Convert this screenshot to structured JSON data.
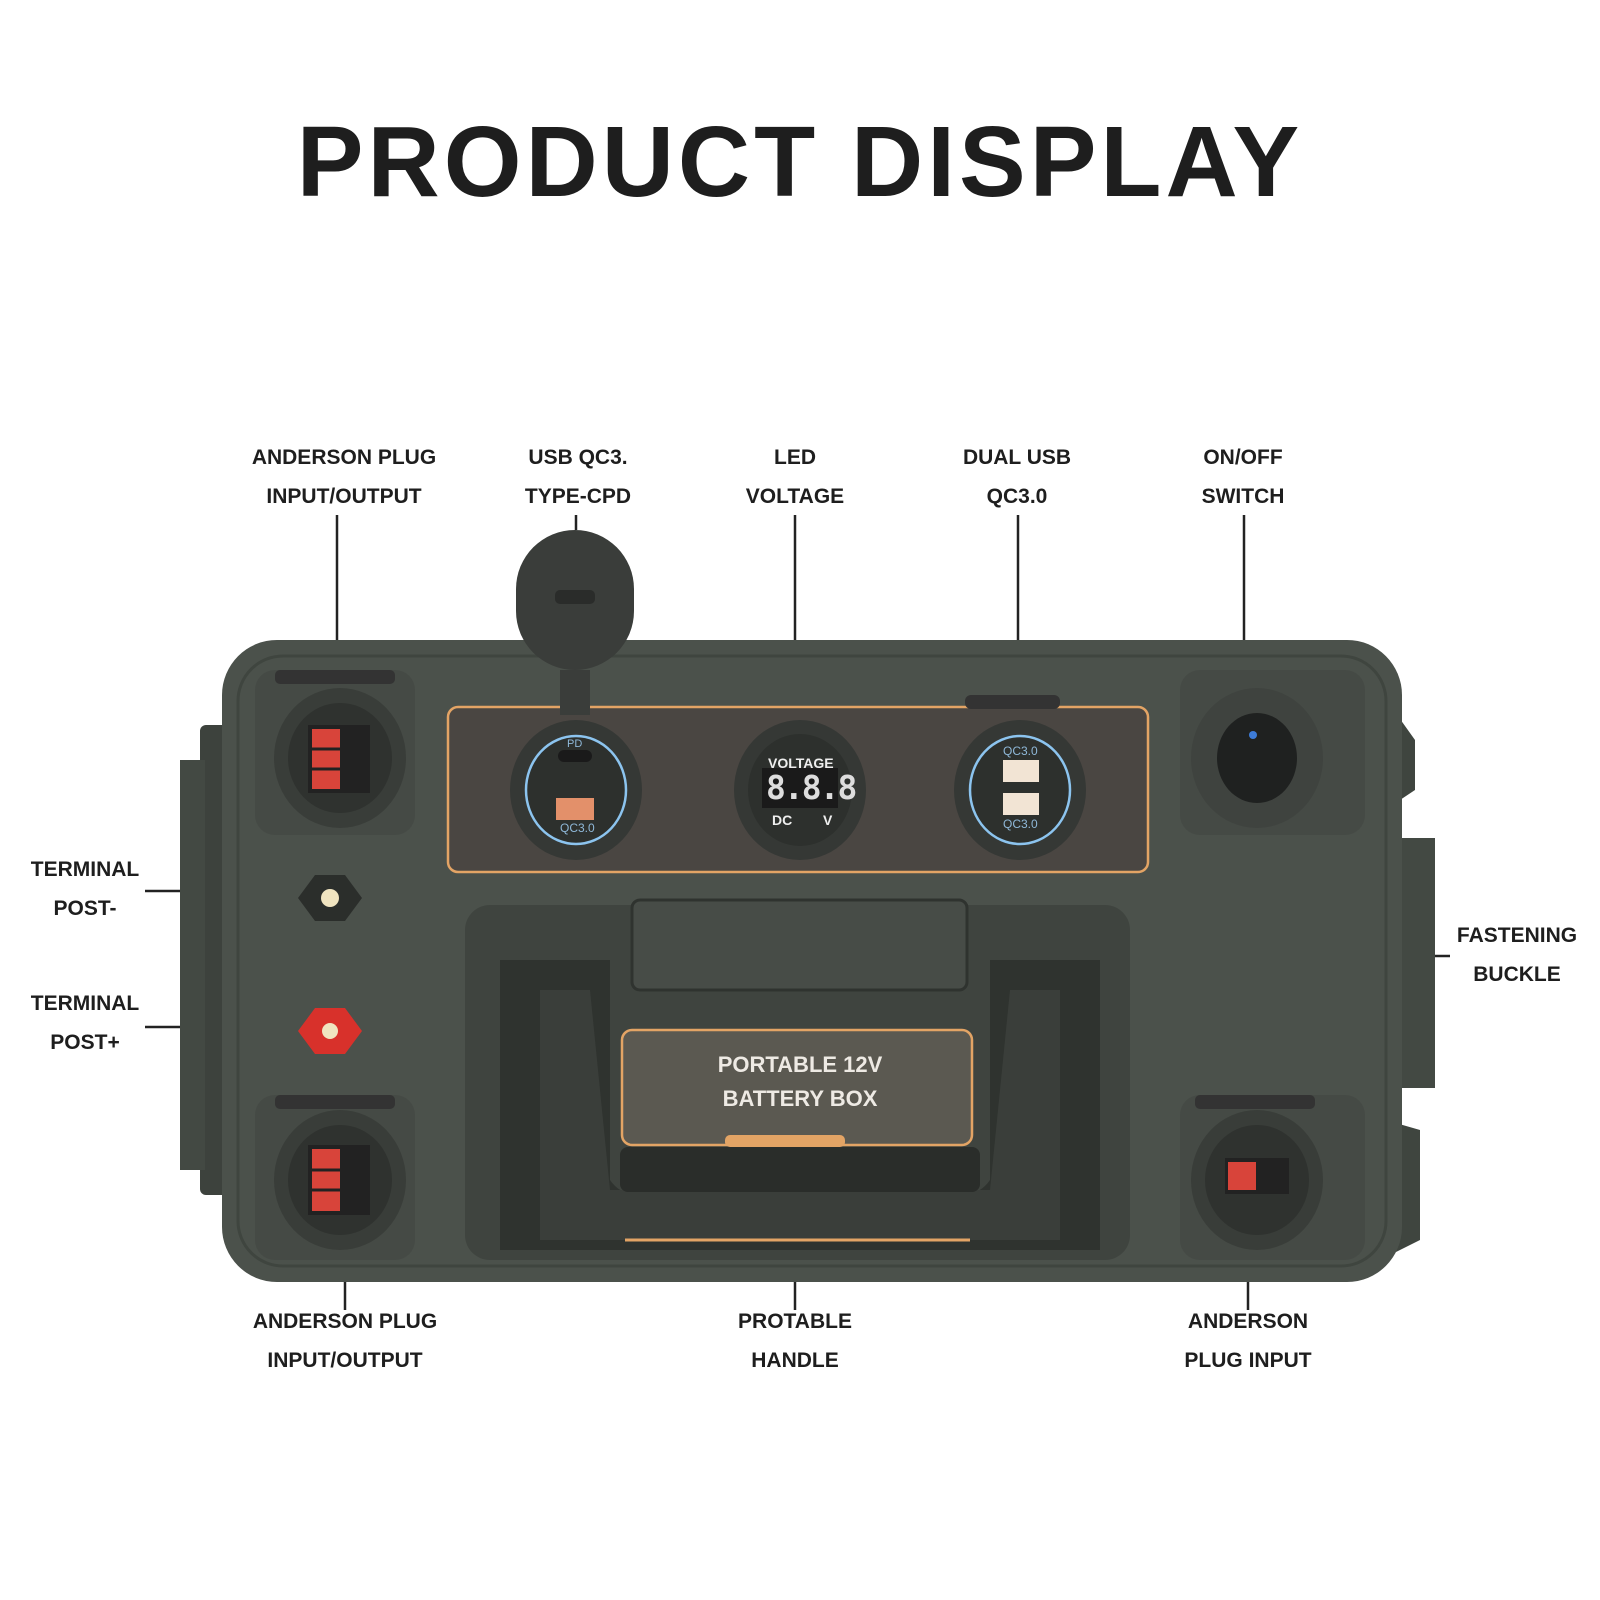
{
  "title": "PRODUCT DISPLAY",
  "colors": {
    "body": "#4b514b",
    "panel": "#4a4642",
    "accent_orange": "#e3a465",
    "terminal_red": "#d8312b",
    "usb_ring": "#8cc4ef"
  },
  "callouts": {
    "top": [
      {
        "line1": "ANDERSON PLUG",
        "line2": "INPUT/OUTPUT"
      },
      {
        "line1": "USB QC3.",
        "line2": "TYPE-CPD"
      },
      {
        "line1": "LED",
        "line2": "VOLTAGE"
      },
      {
        "line1": "DUAL USB",
        "line2": "QC3.0"
      },
      {
        "line1": "ON/OFF",
        "line2": "SWITCH"
      }
    ],
    "left": [
      {
        "line1": "TERMINAL",
        "line2": "POST-"
      },
      {
        "line1": "TERMINAL",
        "line2": "POST+"
      }
    ],
    "right": [
      {
        "line1": "FASTENING",
        "line2": "BUCKLE"
      }
    ],
    "bottom": [
      {
        "line1": "ANDERSON PLUG",
        "line2": "INPUT/OUTPUT"
      },
      {
        "line1": "PROTABLE",
        "line2": "HANDLE"
      },
      {
        "line1": "ANDERSON",
        "line2": "PLUG INPUT"
      }
    ]
  },
  "device": {
    "box_label_line1": "PORTABLE 12V",
    "box_label_line2": "BATTERY BOX",
    "usb_c_port_label": "PD",
    "usb_a_port_label": "QC3.0",
    "voltmeter_title": "VOLTAGE",
    "voltmeter_reading": "8.8.8",
    "voltmeter_dc": "DC",
    "voltmeter_unit": "V",
    "dual_usb_top_label": "QC3.0",
    "dual_usb_bottom_label": "QC3.0"
  }
}
